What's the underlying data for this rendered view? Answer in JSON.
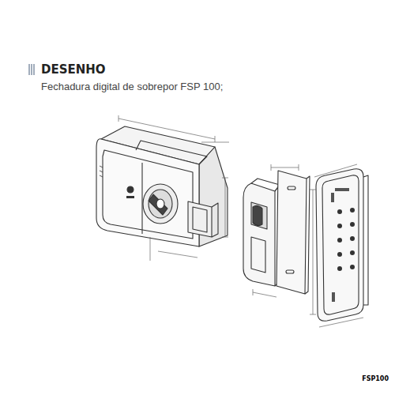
{
  "diagram": {
    "title": "DESENHO",
    "labels": [
      "Fechadura digital de sobrepor FSP 100;",
      "FSP100"
    ]
  }
}
